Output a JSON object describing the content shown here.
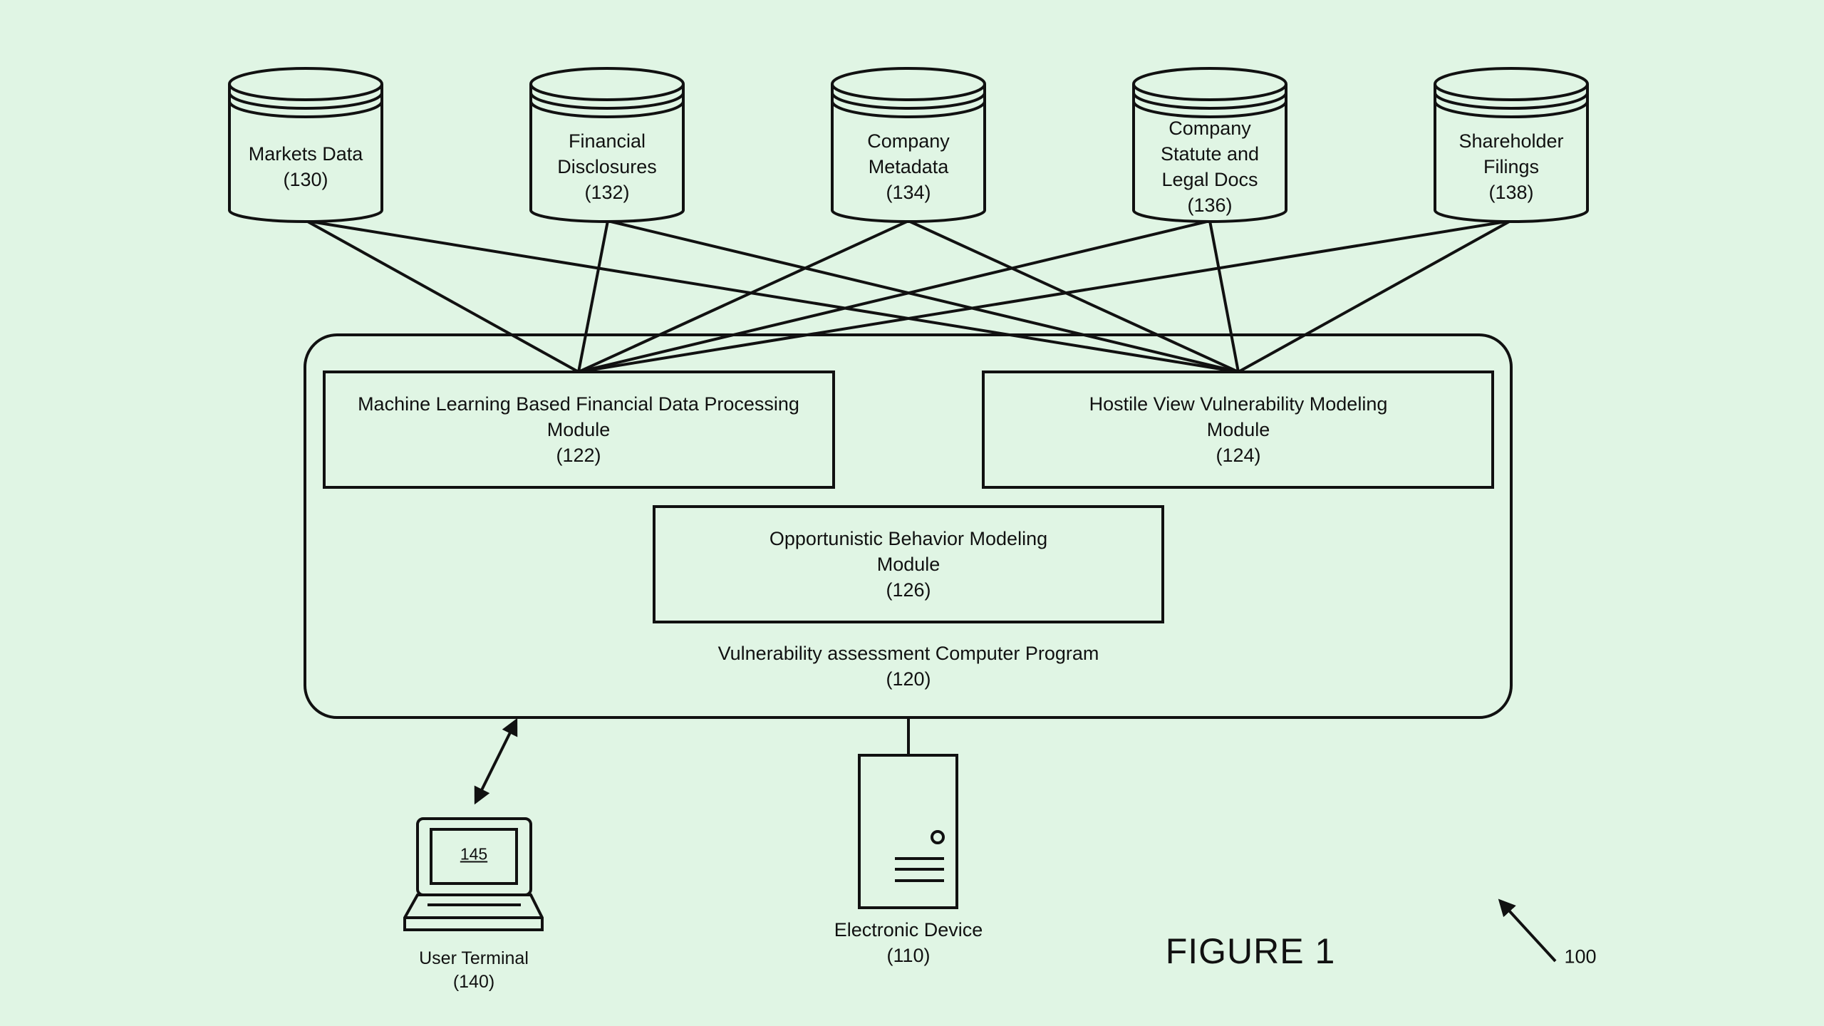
{
  "databases": [
    {
      "name_lines": [
        "Markets Data",
        "(130)"
      ]
    },
    {
      "name_lines": [
        "Financial",
        "Disclosures",
        "(132)"
      ]
    },
    {
      "name_lines": [
        "Company",
        "Metadata",
        "(134)"
      ]
    },
    {
      "name_lines": [
        "Company",
        "Statute and",
        "Legal Docs",
        "(136)"
      ]
    },
    {
      "name_lines": [
        "Shareholder",
        "Filings",
        "(138)"
      ]
    }
  ],
  "program": {
    "label_lines": [
      "Vulnerability assessment Computer Program",
      "(120)"
    ],
    "modules": [
      {
        "lines": [
          "Machine Learning Based Financial Data Processing",
          "Module",
          "(122)"
        ]
      },
      {
        "lines": [
          "Hostile View Vulnerability Modeling",
          "Module",
          "(124)"
        ]
      },
      {
        "lines": [
          "Opportunistic Behavior Modeling",
          "Module",
          "(126)"
        ]
      }
    ]
  },
  "user_terminal": {
    "lines": [
      "User Terminal",
      "(140)"
    ],
    "screen_label": "145"
  },
  "electronic_device": {
    "lines": [
      "Electronic Device",
      "(110)"
    ]
  },
  "figure_title": "FIGURE 1",
  "figure_ref": "100"
}
